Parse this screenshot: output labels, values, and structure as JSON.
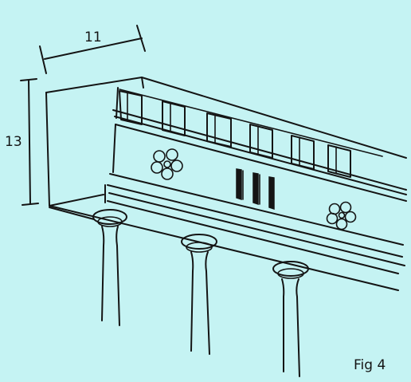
{
  "colors": {
    "background": "#c5f3f3",
    "ink": "#141414"
  },
  "dimensions": {
    "width_label": "11",
    "height_label": "13"
  },
  "caption": "Fig 4"
}
